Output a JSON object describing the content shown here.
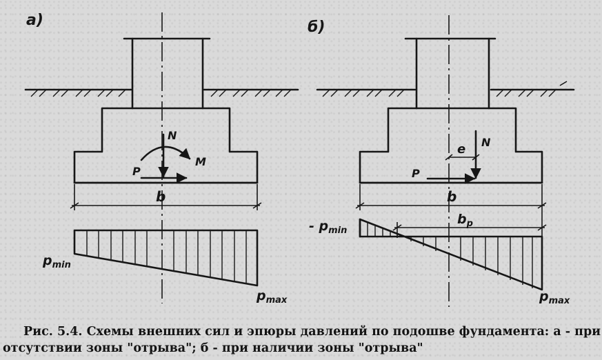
{
  "panel_a": {
    "tag": "a)",
    "labels": {
      "N": "N",
      "M": "M",
      "P": "P",
      "b": "b"
    },
    "p_min": {
      "base": "p",
      "sub": "min"
    },
    "p_max": {
      "base": "p",
      "sub": "max"
    }
  },
  "panel_b": {
    "tag": "б)",
    "labels": {
      "e": "e",
      "N": "N",
      "P": "P",
      "b": "b",
      "bp_base": "b",
      "bp_sub": "p"
    },
    "minus_p_min": {
      "base": "- p",
      "sub": "min"
    },
    "p_max": {
      "base": "p",
      "sub": "max"
    }
  },
  "caption": {
    "line1": "Рис. 5.4. Схемы внешних сил и эпюры давлений по подошве фундамента: а - при",
    "line2": "отсутствии зоны \"отрыва\"; б - при наличии зоны \"отрыва\""
  }
}
